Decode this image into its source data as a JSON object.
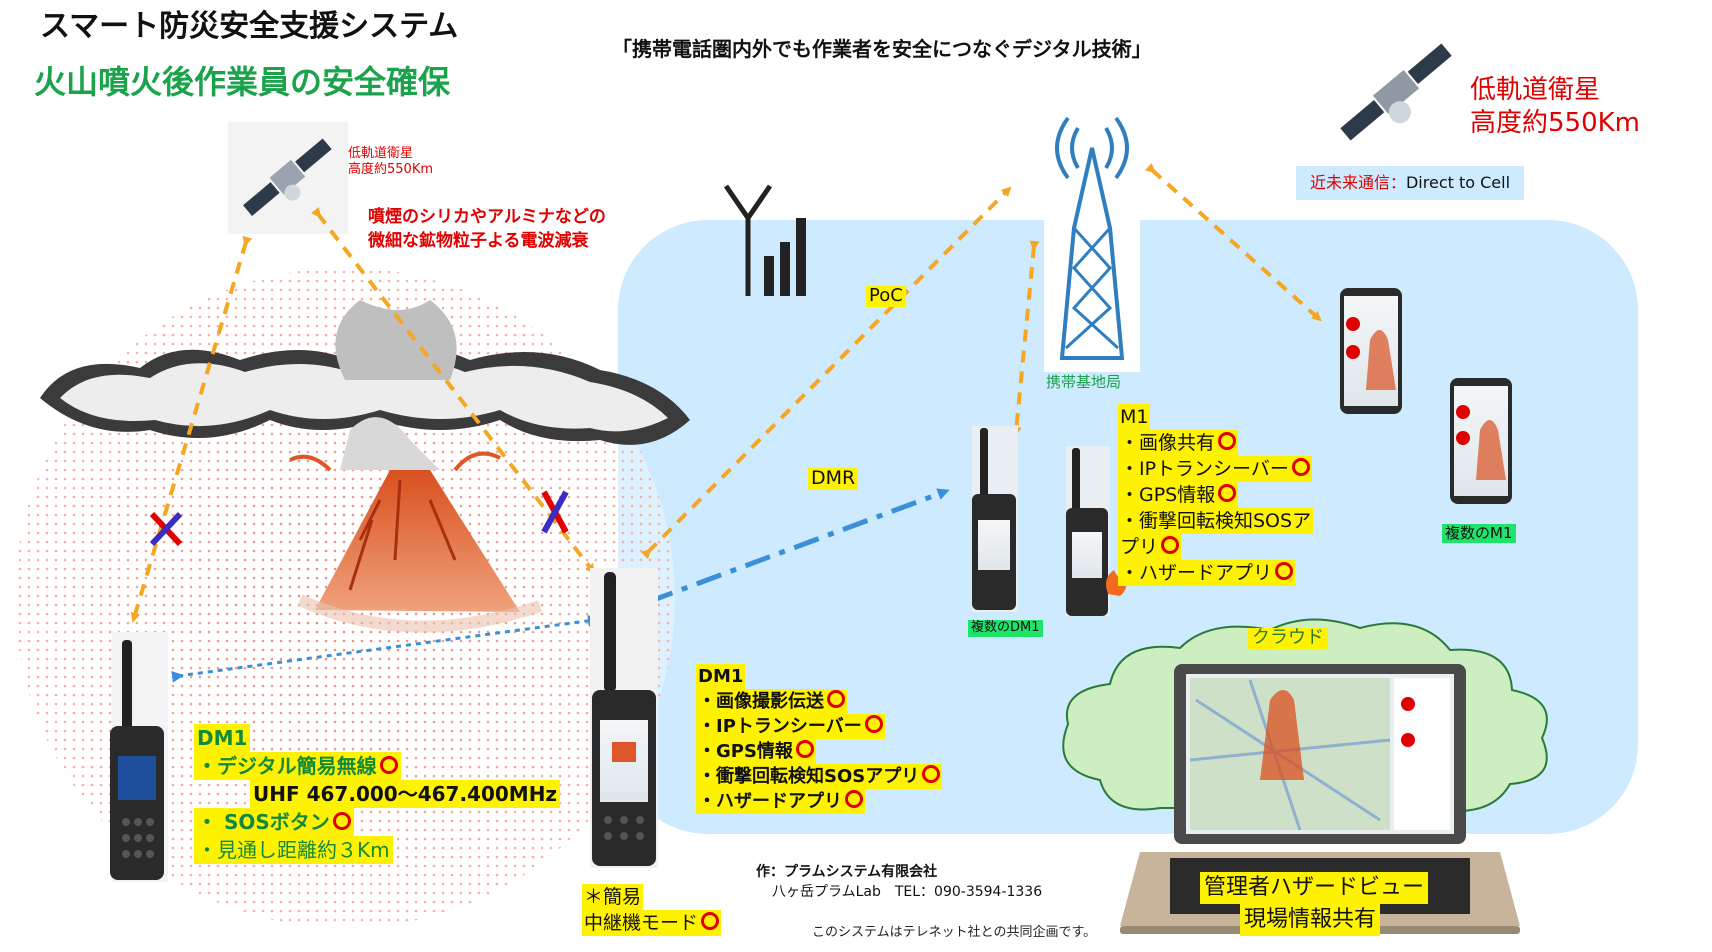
{
  "titles": {
    "system": "スマート防災安全支援システム",
    "subtitle": "火山噴火後作業員の安全確保",
    "slogan": "「携帯電話圏内外でも作業者を安全につなぐデジタル技術」"
  },
  "satellites": {
    "left": {
      "line1": "低軌道衛星",
      "line2": "高度約550Km"
    },
    "right": {
      "line1": "低軌道衛星",
      "line2": "高度約550Km"
    },
    "direct_to_cell_prefix": "近未来通信：",
    "direct_to_cell": "Direct to Cell"
  },
  "attenuation": {
    "line1": "噴煙のシリカやアルミナなどの",
    "line2": "微細な鉱物粒子よる電波減衰"
  },
  "links": {
    "poc": "PoC",
    "dmr": "DMR"
  },
  "base_station": "携帯基地局",
  "cloud": "クラウド",
  "groups": {
    "multi_dm1": "複数のDM1",
    "multi_m1": "複数のM1"
  },
  "m1": {
    "heading": "M1",
    "items": [
      "・画像共有",
      "・IPトランシーバー",
      "・GPS情報",
      "・衝撃回転検知SOSア",
      "プリ",
      "・ハザードアプリ"
    ]
  },
  "dm1_right": {
    "heading": "DM1",
    "items": [
      "・画像撮影伝送",
      "・IPトランシーバー",
      "・GPS情報",
      "・衝撃回転検知SOSアプリ",
      "・ハザードアプリ"
    ]
  },
  "dm1_left": {
    "heading": "DM1",
    "radio": "・デジタル簡易無線",
    "freq": "UHF 467.000～467.400MHz",
    "sos": "・ SOSボタン",
    "range": "・見通し距離約３Km"
  },
  "relay": {
    "line1": "＊簡易",
    "line2": "中継機モード"
  },
  "credit": {
    "author": "作：プラムシステム有限会社",
    "contact": "八ヶ岳プラムLab　TEL：090-3594-1336"
  },
  "joint_note": "このシステムはテレネット社との共同企画です。",
  "laptop": {
    "line1": "管理者ハザードビュー",
    "line2": "現場情報共有"
  },
  "colors": {
    "field_bg": "#cdeaff",
    "highlight": "#fff200",
    "green_text": "#1aa34a",
    "red_text": "#e00000",
    "arrow_orange": "#f5a623",
    "arrow_blue": "#3a8fd6",
    "cloud_fill": "#cdeec0"
  }
}
